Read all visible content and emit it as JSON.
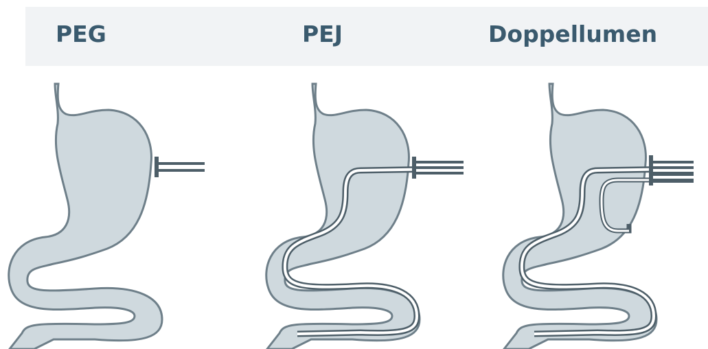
{
  "labels": {
    "peg": "PEG",
    "pej": "PEJ",
    "doppellumen": "Doppellumen"
  },
  "colors": {
    "organ_fill": "#cfd9de",
    "organ_outline": "#6e7f89",
    "tube_dark": "#4d5e68",
    "tube_light": "#ffffff",
    "label": "#3a5a6e",
    "header_band": "#f1f3f5"
  }
}
